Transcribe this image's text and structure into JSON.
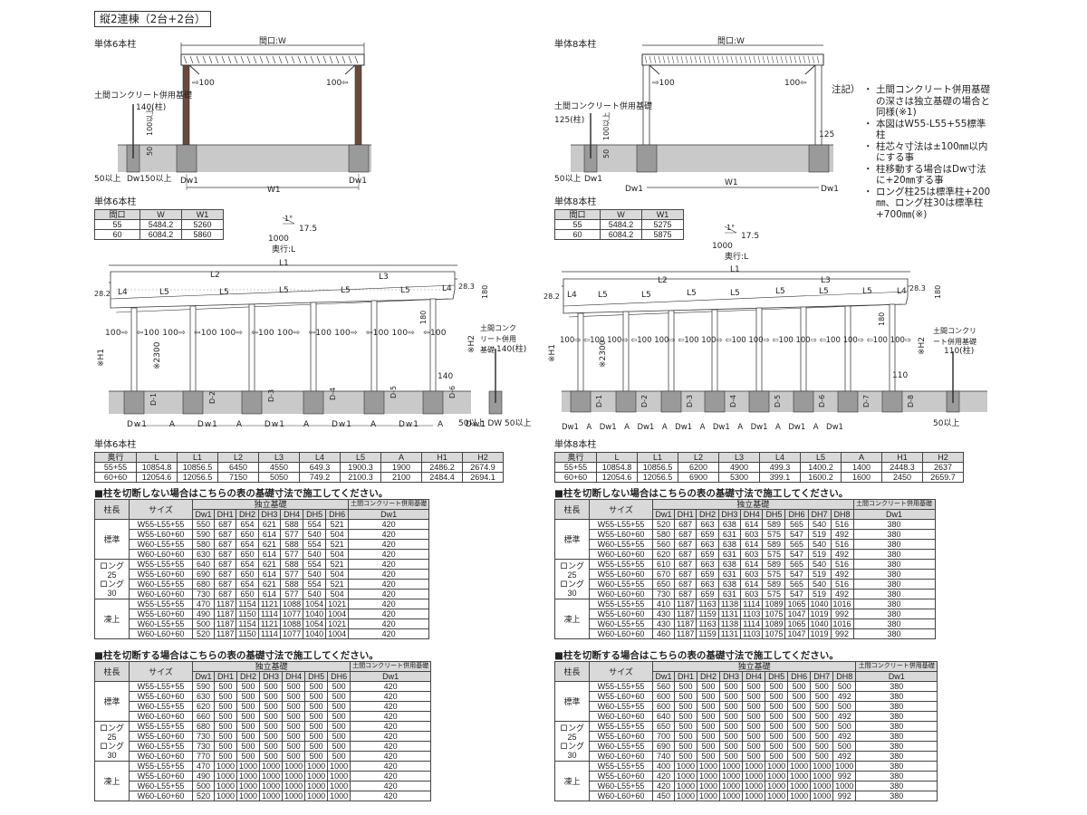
{
  "title": "縦2連棟（2台+2台）",
  "left": {
    "sec_label_top": "単体6本柱",
    "opening": "間口:W",
    "arrow_l": "⇨100",
    "arrow_r": "100⇦",
    "concrete_label": "土間コンクリート併用基礎",
    "dim_140": "140(柱)",
    "dim_100_up": "100以上",
    "dim_50": "50",
    "min50_l": "50以上",
    "min50_r": "50以上",
    "dw1_a": "Dw1",
    "dw1_b": "Dw1",
    "w1": "W1",
    "sec_label_mid": "単体6本柱",
    "small_table": {
      "head": [
        "間口",
        "W",
        "W1"
      ],
      "rows": [
        [
          "55",
          "5484.2",
          "5260"
        ],
        [
          "60",
          "6084.2",
          "5860"
        ]
      ]
    },
    "slope_1": "1°",
    "slope_175": "17.5",
    "slope_1000": "1000",
    "depth": "奥行:L",
    "L1": "L1",
    "L2": "L2",
    "L3": "L3",
    "L4": "L4",
    "L5": "L5",
    "d282": "28.2",
    "d283": "28.3",
    "d180": "180",
    "h1": "※H1",
    "h2": "※H2",
    "s2300": "※2300",
    "c100": "100",
    "concrete2": "土間コンクリート併用基礎",
    "dim_140b": "140(柱)",
    "d140": "140",
    "A": "A",
    "Dw1": "Dw1",
    "DW": "DW",
    "D1": "D-1",
    "D2": "D-2",
    "D3": "D-3",
    "D4": "D-4",
    "D5": "D-5",
    "D6": "D-6",
    "sec_label_bot": "単体6本柱",
    "dim_table": {
      "head": [
        "奥行",
        "L",
        "L1",
        "L2",
        "L3",
        "L4",
        "L5",
        "A",
        "H1",
        "H2"
      ],
      "rows": [
        [
          "55+55",
          "10854.8",
          "10856.5",
          "6450",
          "4550",
          "649.3",
          "1900.3",
          "1900",
          "2486.2",
          "2674.9"
        ],
        [
          "60+60",
          "12054.6",
          "12056.5",
          "7150",
          "5050",
          "749.2",
          "2100.3",
          "2100",
          "2484.4",
          "2694.1"
        ]
      ]
    },
    "t1_title": "■柱を切断しない場合はこちらの表の基礎寸法で施工してください。",
    "t2_title": "■柱を切断する場合はこちらの表の基礎寸法で施工してください。",
    "hdr": {
      "col": "柱長",
      "size": "サイズ",
      "indep": "独立基礎",
      "conc": "土間コンクリート併用基礎",
      "subs": [
        "Dw1",
        "DH1",
        "DH2",
        "DH3",
        "DH4",
        "DH5",
        "DH6"
      ],
      "conc_sub": "Dw1"
    },
    "t1": [
      {
        "g": "標準",
        "rows": [
          [
            "W55-L55+55",
            "550",
            "687",
            "654",
            "621",
            "588",
            "554",
            "521",
            "420"
          ],
          [
            "W55-L60+60",
            "590",
            "687",
            "650",
            "614",
            "577",
            "540",
            "504",
            "420"
          ],
          [
            "W60-L55+55",
            "580",
            "687",
            "654",
            "621",
            "588",
            "554",
            "521",
            "420"
          ],
          [
            "W60-L60+60",
            "630",
            "687",
            "650",
            "614",
            "577",
            "540",
            "504",
            "420"
          ]
        ]
      },
      {
        "g": "ロング25\nロング30",
        "rows": [
          [
            "W55-L55+55",
            "640",
            "687",
            "654",
            "621",
            "588",
            "554",
            "521",
            "420"
          ],
          [
            "W55-L60+60",
            "690",
            "687",
            "650",
            "614",
            "577",
            "540",
            "504",
            "420"
          ],
          [
            "W60-L55+55",
            "680",
            "687",
            "654",
            "621",
            "588",
            "554",
            "521",
            "420"
          ],
          [
            "W60-L60+60",
            "730",
            "687",
            "650",
            "614",
            "577",
            "540",
            "504",
            "420"
          ]
        ]
      },
      {
        "g": "凍上",
        "rows": [
          [
            "W55-L55+55",
            "470",
            "1187",
            "1154",
            "1121",
            "1088",
            "1054",
            "1021",
            "420"
          ],
          [
            "W55-L60+60",
            "490",
            "1187",
            "1150",
            "1114",
            "1077",
            "1040",
            "1004",
            "420"
          ],
          [
            "W60-L55+55",
            "500",
            "1187",
            "1154",
            "1121",
            "1088",
            "1054",
            "1021",
            "420"
          ],
          [
            "W60-L60+60",
            "520",
            "1187",
            "1150",
            "1114",
            "1077",
            "1040",
            "1004",
            "420"
          ]
        ]
      }
    ],
    "t2": [
      {
        "g": "標準",
        "rows": [
          [
            "W55-L55+55",
            "590",
            "500",
            "500",
            "500",
            "500",
            "500",
            "500",
            "420"
          ],
          [
            "W55-L60+60",
            "630",
            "500",
            "500",
            "500",
            "500",
            "500",
            "500",
            "420"
          ],
          [
            "W60-L55+55",
            "620",
            "500",
            "500",
            "500",
            "500",
            "500",
            "500",
            "420"
          ],
          [
            "W60-L60+60",
            "660",
            "500",
            "500",
            "500",
            "500",
            "500",
            "500",
            "420"
          ]
        ]
      },
      {
        "g": "ロング25\nロング30",
        "rows": [
          [
            "W55-L55+55",
            "680",
            "500",
            "500",
            "500",
            "500",
            "500",
            "500",
            "420"
          ],
          [
            "W55-L60+60",
            "730",
            "500",
            "500",
            "500",
            "500",
            "500",
            "500",
            "420"
          ],
          [
            "W60-L55+55",
            "730",
            "500",
            "500",
            "500",
            "500",
            "500",
            "500",
            "420"
          ],
          [
            "W60-L60+60",
            "770",
            "500",
            "500",
            "500",
            "500",
            "500",
            "500",
            "420"
          ]
        ]
      },
      {
        "g": "凍上",
        "rows": [
          [
            "W55-L55+55",
            "470",
            "1000",
            "1000",
            "1000",
            "1000",
            "1000",
            "1000",
            "420"
          ],
          [
            "W55-L60+60",
            "490",
            "1000",
            "1000",
            "1000",
            "1000",
            "1000",
            "1000",
            "420"
          ],
          [
            "W60-L55+55",
            "500",
            "1000",
            "1000",
            "1000",
            "1000",
            "1000",
            "1000",
            "420"
          ],
          [
            "W60-L60+60",
            "520",
            "1000",
            "1000",
            "1000",
            "1000",
            "1000",
            "1000",
            "420"
          ]
        ]
      }
    ]
  },
  "right": {
    "sec_label_top": "単体8本柱",
    "opening": "間口:W",
    "arrow_l": "⇨100",
    "arrow_r": "100⇦",
    "concrete_label": "土間コンクリート併用基礎",
    "dim_125": "125(柱)",
    "dim_100_up": "100以上",
    "dim_50": "50",
    "d125": "125",
    "min50": "50以上",
    "dw1_a": "Dw1",
    "dw1_b": "Dw1",
    "w1": "W1",
    "sec_label_mid": "単体8本柱",
    "small_table": {
      "head": [
        "間口",
        "W",
        "W1"
      ],
      "rows": [
        [
          "55",
          "5484.2",
          "5275"
        ],
        [
          "60",
          "6084.2",
          "5875"
        ]
      ]
    },
    "slope_1": "1°",
    "slope_175": "17.5",
    "slope_1000": "1000",
    "depth": "奥行:L",
    "L1": "L1",
    "L2": "L2",
    "L3": "L3",
    "L4": "L4",
    "L5": "L5",
    "d282": "28.2",
    "d283": "28.3",
    "d180": "180",
    "h1": "※H1",
    "h2": "※H2",
    "s2300": "※2300",
    "c100": "100",
    "concrete2": "土間コンクリート併用基礎",
    "dim_110b": "110(柱)",
    "d110": "110",
    "A": "A",
    "Dw1": "Dw1",
    "D1": "D-1",
    "D2": "D-2",
    "D3": "D-3",
    "D4": "D-4",
    "D5": "D-5",
    "D6": "D-6",
    "D7": "D-7",
    "D8": "D-8",
    "min50_b": "50以上",
    "sec_label_bot": "単体8本柱",
    "dim_table": {
      "head": [
        "奥行",
        "L",
        "L1",
        "L2",
        "L3",
        "L4",
        "L5",
        "A",
        "H1",
        "H2"
      ],
      "rows": [
        [
          "55+55",
          "10854.8",
          "10856.5",
          "6200",
          "4900",
          "499.3",
          "1400.2",
          "1400",
          "2448.3",
          "2637"
        ],
        [
          "60+60",
          "12054.6",
          "12056.5",
          "6900",
          "5300",
          "399.1",
          "1600.2",
          "1600",
          "2450",
          "2659.7"
        ]
      ]
    },
    "t1_title": "■柱を切断しない場合はこちらの表の基礎寸法で施工してください。",
    "t2_title": "■柱を切断する場合はこちらの表の基礎寸法で施工してください。",
    "hdr": {
      "col": "柱長",
      "size": "サイズ",
      "indep": "独立基礎",
      "conc": "土間コンクリート併用基礎",
      "subs": [
        "Dw1",
        "DH1",
        "DH2",
        "DH3",
        "DH4",
        "DH5",
        "DH6",
        "DH7",
        "DH8"
      ],
      "conc_sub": "Dw1"
    },
    "t1": [
      {
        "g": "標準",
        "rows": [
          [
            "W55-L55+55",
            "520",
            "687",
            "663",
            "638",
            "614",
            "589",
            "565",
            "540",
            "516",
            "380"
          ],
          [
            "W55-L60+60",
            "580",
            "687",
            "659",
            "631",
            "603",
            "575",
            "547",
            "519",
            "492",
            "380"
          ],
          [
            "W60-L55+55",
            "560",
            "687",
            "663",
            "638",
            "614",
            "589",
            "565",
            "540",
            "516",
            "380"
          ],
          [
            "W60-L60+60",
            "620",
            "687",
            "659",
            "631",
            "603",
            "575",
            "547",
            "519",
            "492",
            "380"
          ]
        ]
      },
      {
        "g": "ロング25\nロング30",
        "rows": [
          [
            "W55-L55+55",
            "610",
            "687",
            "663",
            "638",
            "614",
            "589",
            "565",
            "540",
            "516",
            "380"
          ],
          [
            "W55-L60+60",
            "670",
            "687",
            "659",
            "631",
            "603",
            "575",
            "547",
            "519",
            "492",
            "380"
          ],
          [
            "W60-L55+55",
            "650",
            "687",
            "663",
            "638",
            "614",
            "589",
            "565",
            "540",
            "516",
            "380"
          ],
          [
            "W60-L60+60",
            "730",
            "687",
            "659",
            "631",
            "603",
            "575",
            "547",
            "519",
            "492",
            "380"
          ]
        ]
      },
      {
        "g": "凍上",
        "rows": [
          [
            "W55-L55+55",
            "410",
            "1187",
            "1163",
            "1138",
            "1114",
            "1089",
            "1065",
            "1040",
            "1016",
            "380"
          ],
          [
            "W55-L60+60",
            "430",
            "1187",
            "1159",
            "1131",
            "1103",
            "1075",
            "1047",
            "1019",
            "992",
            "380"
          ],
          [
            "W60-L55+55",
            "430",
            "1187",
            "1163",
            "1138",
            "1114",
            "1089",
            "1065",
            "1040",
            "1016",
            "380"
          ],
          [
            "W60-L60+60",
            "460",
            "1187",
            "1159",
            "1131",
            "1103",
            "1075",
            "1047",
            "1019",
            "992",
            "380"
          ]
        ]
      }
    ],
    "t2": [
      {
        "g": "標準",
        "rows": [
          [
            "W55-L55+55",
            "560",
            "500",
            "500",
            "500",
            "500",
            "500",
            "500",
            "500",
            "500",
            "380"
          ],
          [
            "W55-L60+60",
            "600",
            "500",
            "500",
            "500",
            "500",
            "500",
            "500",
            "500",
            "492",
            "380"
          ],
          [
            "W60-L55+55",
            "600",
            "500",
            "500",
            "500",
            "500",
            "500",
            "500",
            "500",
            "500",
            "380"
          ],
          [
            "W60-L60+60",
            "640",
            "500",
            "500",
            "500",
            "500",
            "500",
            "500",
            "500",
            "492",
            "380"
          ]
        ]
      },
      {
        "g": "ロング25\nロング30",
        "rows": [
          [
            "W55-L55+55",
            "650",
            "500",
            "500",
            "500",
            "500",
            "500",
            "500",
            "500",
            "500",
            "380"
          ],
          [
            "W55-L60+60",
            "700",
            "500",
            "500",
            "500",
            "500",
            "500",
            "500",
            "500",
            "492",
            "380"
          ],
          [
            "W60-L55+55",
            "690",
            "500",
            "500",
            "500",
            "500",
            "500",
            "500",
            "500",
            "500",
            "380"
          ],
          [
            "W60-L60+60",
            "740",
            "500",
            "500",
            "500",
            "500",
            "500",
            "500",
            "500",
            "492",
            "380"
          ]
        ]
      },
      {
        "g": "凍上",
        "rows": [
          [
            "W55-L55+55",
            "400",
            "1000",
            "1000",
            "1000",
            "1000",
            "1000",
            "1000",
            "1000",
            "1000",
            "380"
          ],
          [
            "W55-L60+60",
            "420",
            "1000",
            "1000",
            "1000",
            "1000",
            "1000",
            "1000",
            "1000",
            "992",
            "380"
          ],
          [
            "W60-L55+55",
            "420",
            "1000",
            "1000",
            "1000",
            "1000",
            "1000",
            "1000",
            "1000",
            "1000",
            "380"
          ],
          [
            "W60-L60+60",
            "450",
            "1000",
            "1000",
            "1000",
            "1000",
            "1000",
            "1000",
            "1000",
            "992",
            "380"
          ]
        ]
      }
    ]
  },
  "notes": {
    "head": "注記）",
    "items": [
      "土間コンクリート併用基礎の深さは独立基礎の場合と同様(※1)",
      "本図はW55-L55+55標準柱",
      "柱芯々寸法は±100㎜以内にする事",
      "柱移動する場合はDw寸法に+20㎜する事",
      "ロング柱25は標準柱+200㎜、ロング柱30は標準柱+700㎜(※)"
    ]
  }
}
